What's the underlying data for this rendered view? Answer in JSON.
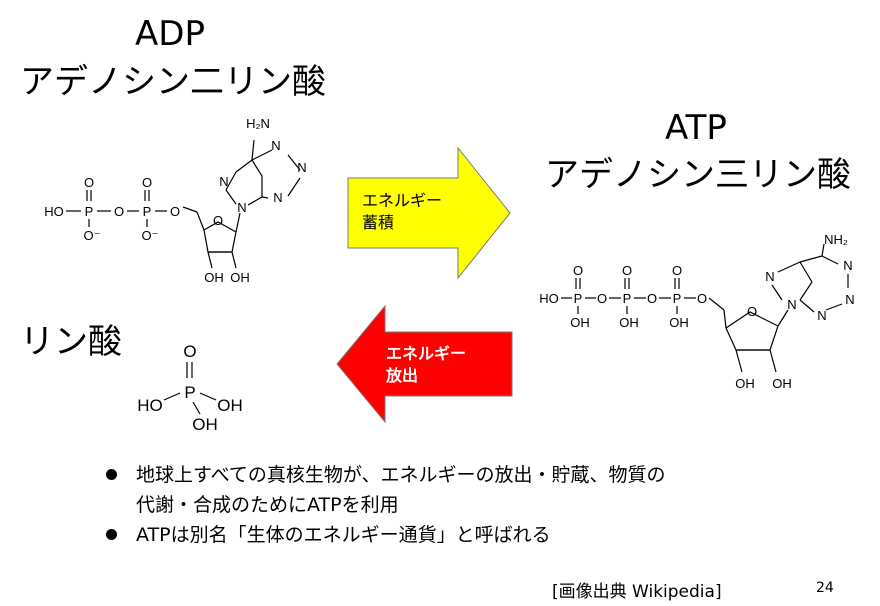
{
  "adp": {
    "abbr": "ADP",
    "name": "アデノシン二リン酸"
  },
  "atp": {
    "abbr": "ATP",
    "name": "アデノシン三リン酸"
  },
  "phosphate": {
    "name": "リン酸"
  },
  "arrows": {
    "store": {
      "line1": "エネルギー",
      "line2": "蓄積",
      "color": "#ffff00"
    },
    "release": {
      "line1": "エネルギー",
      "line2": "放出",
      "color": "#ff0000"
    }
  },
  "atoms": {
    "adp": {
      "h2n": "H₂N",
      "n": "N",
      "o": "O",
      "ho": "HO",
      "p": "P",
      "ominus": "O⁻",
      "oh": "OH"
    },
    "atp": {
      "nh2": "NH₂",
      "n": "N",
      "o": "O",
      "ho": "HO",
      "p": "P",
      "oh": "OH"
    },
    "pi": {
      "o": "O",
      "ho": "HO",
      "p": "P",
      "oh": "OH"
    }
  },
  "bullets": [
    {
      "line1": "地球上すべての真核生物が、エネルギーの放出・貯蔵、物質の",
      "line2": "代謝・合成のためにATPを利用"
    },
    {
      "line1": "ATPは別名「生体のエネルギー通貨」と呼ばれる"
    }
  ],
  "source": "[画像出典 Wikipedia]",
  "page_number": "24"
}
